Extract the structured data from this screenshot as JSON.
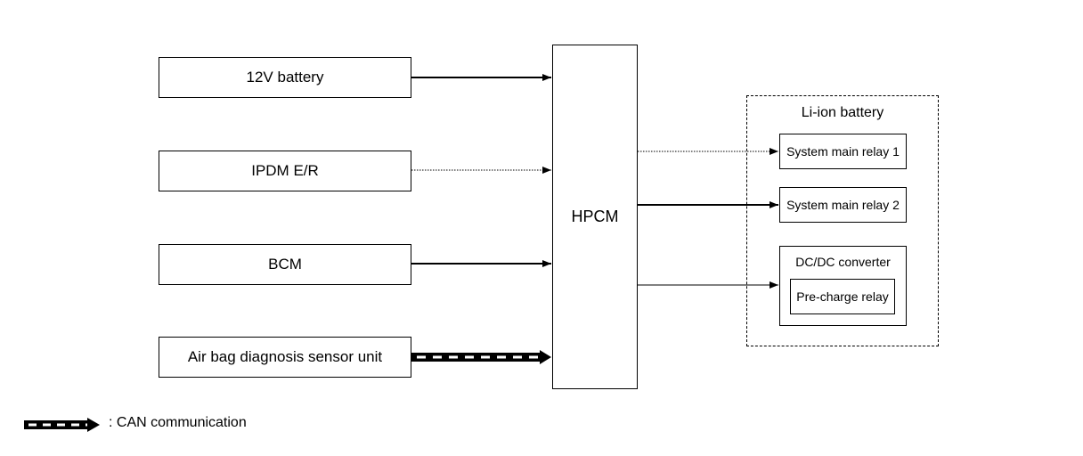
{
  "inputs": [
    {
      "label": "12V battery"
    },
    {
      "label": "IPDM E/R"
    },
    {
      "label": "BCM"
    },
    {
      "label": "Air bag diagnosis sensor unit"
    }
  ],
  "controller": {
    "label": "HPCM"
  },
  "battery_group": {
    "title": "Li-ion battery",
    "relay1": "System main relay 1",
    "relay2": "System main relay 2",
    "converter": {
      "title": "DC/DC converter",
      "inner": "Pre-charge relay"
    }
  },
  "legend": {
    "label": ": CAN communication"
  }
}
